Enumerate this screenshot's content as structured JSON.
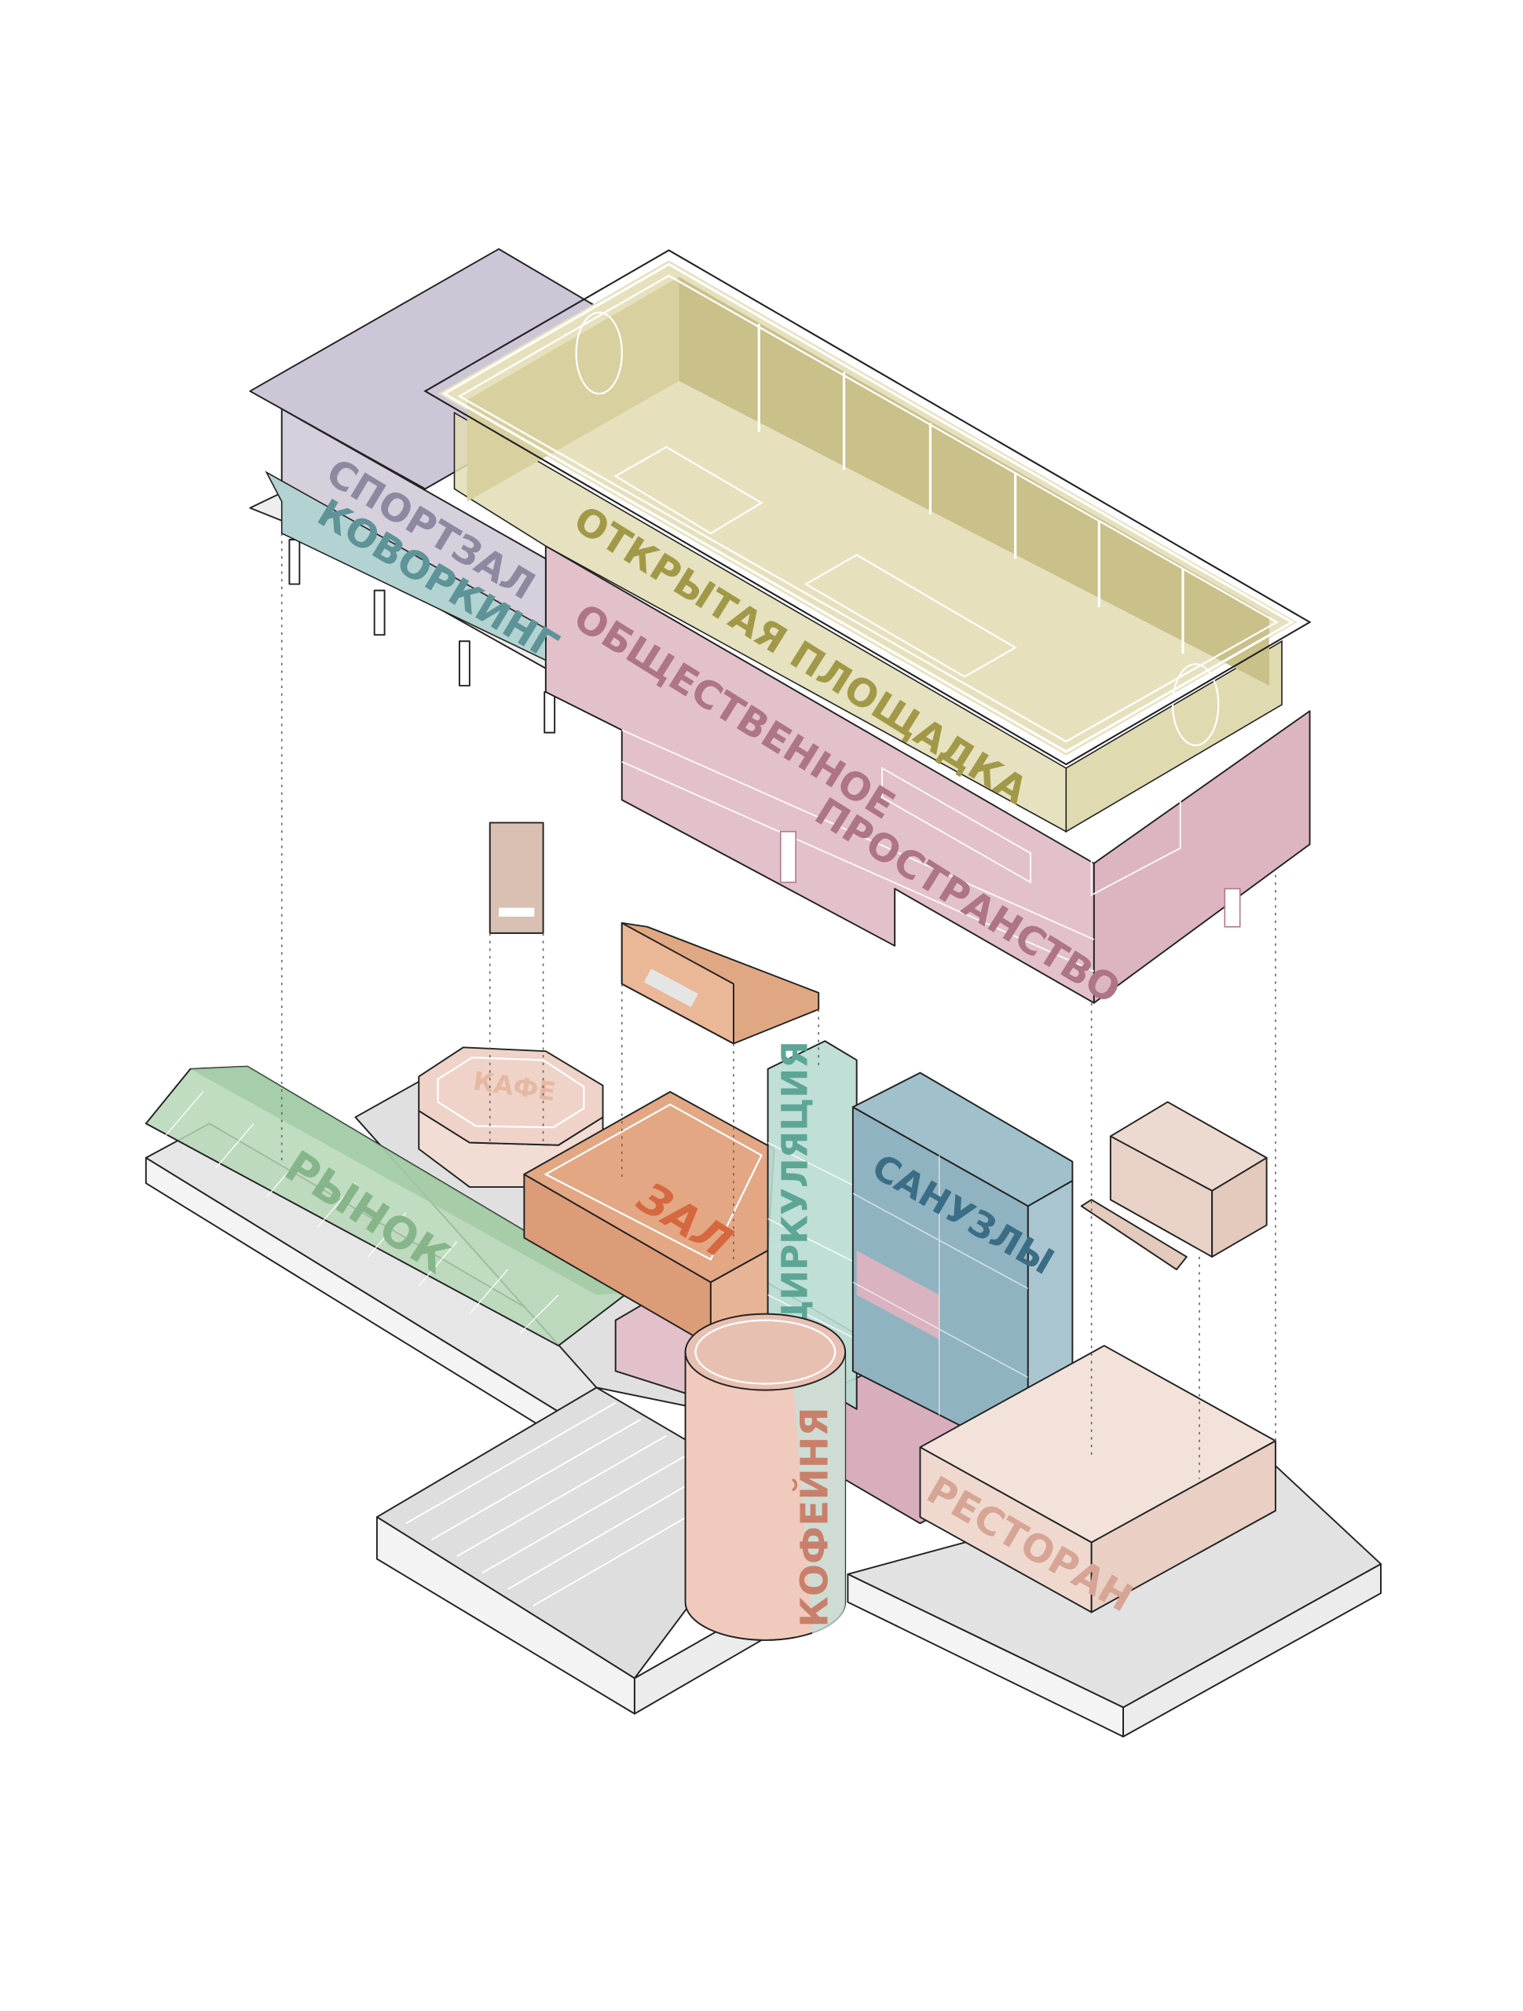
{
  "diagram": {
    "type": "exploded axonometric program diagram",
    "upper_zones": {
      "gym": "СПОРТЗАЛ",
      "coworking": "КОВОРКИНГ",
      "open_area": "ОТКРЫТАЯ ПЛОЩАДКА",
      "public_space_line1": "ОБЩЕСТВЕННОЕ",
      "public_space_line2": "ПРОСТРАНСТВО"
    },
    "lower_zones": {
      "cafe": "КАФЕ",
      "market": "РЫНОК",
      "hall": "ЗАЛ",
      "circulation": "ЦИРКУЛЯЦИЯ",
      "restrooms": "САНУЗЛЫ",
      "coffee_shop": "КОФЕЙНЯ",
      "restaurant": "РЕСТОРАН"
    },
    "colors": {
      "gym": "#cdc6d6",
      "coworking": "#b3d3d3",
      "open_area": "#e2dcb4",
      "public_space": "#e2c1cb",
      "cafe": "#efd3c8",
      "market": "#b5d6b6",
      "hall": "#e3a784",
      "circulation": "#b8dbd3",
      "restrooms": "#8fb3c0",
      "coffee_shop": "#efcabd",
      "restaurant": "#efd9cf",
      "ground": "#e4e4e4"
    }
  }
}
